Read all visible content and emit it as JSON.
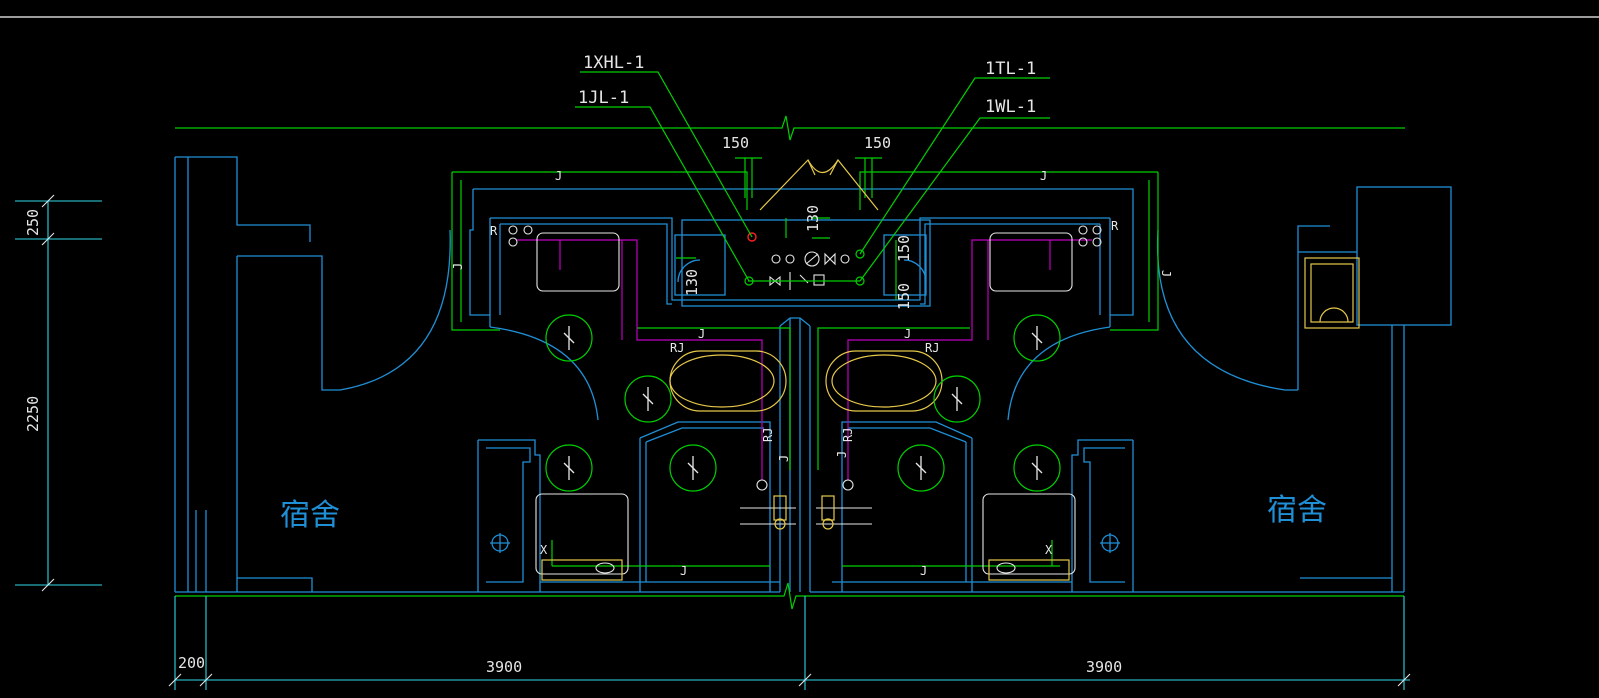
{
  "drawing": {
    "colors": {
      "background": "#000000",
      "wall": "#1f8fd6",
      "pipe": "#00d000",
      "hot_pipe": "#c000c0",
      "fixture": "#e6c84a",
      "text": "#e6e6e6"
    },
    "pipe_tags": {
      "xhl": "1XHL-1",
      "jl": "1JL-1",
      "tl": "1TL-1",
      "wl": "1WL-1"
    },
    "pipe_labels": {
      "cold": "J",
      "hot": "RJ",
      "riser": "R",
      "drain_x": "X"
    },
    "dimensions": {
      "top_left_150": "150",
      "top_right_150": "150",
      "mid_130": "130",
      "left_130": "130",
      "right_150_a": "150",
      "right_150_b": "150",
      "left_250": "250",
      "left_2250": "2250",
      "bottom_200": "200",
      "bottom_left_3900": "3900",
      "bottom_right_3900": "3900"
    },
    "rooms": {
      "left": "宿舍",
      "right": "宿舍"
    }
  }
}
